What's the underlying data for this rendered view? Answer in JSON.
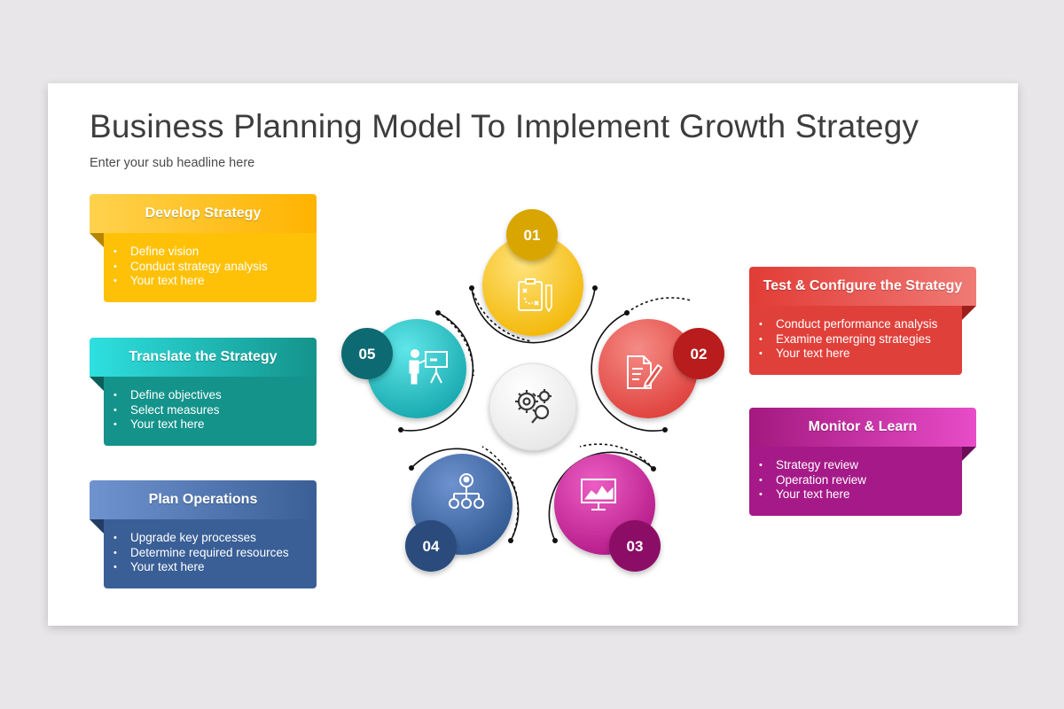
{
  "title": "Business Planning Model To Implement Growth Strategy",
  "subtitle": "Enter your sub headline here",
  "cards": [
    {
      "title": "Develop Strategy",
      "color": "#ffc107",
      "items": [
        "Define vision",
        "Conduct strategy analysis",
        "Your text here"
      ]
    },
    {
      "title": "Translate the Strategy",
      "color": "#14938b",
      "items": [
        "Define objectives",
        "Select measures",
        "Your text here"
      ]
    },
    {
      "title": "Plan Operations",
      "color": "#3a5f96",
      "items": [
        "Upgrade key processes",
        "Determine  required resources",
        "Your text here"
      ]
    },
    {
      "title": "Test & Configure the Strategy",
      "color": "#e0403a",
      "items": [
        "Conduct performance analysis",
        "Examine emerging strategies",
        "Your text here"
      ]
    },
    {
      "title": "Monitor & Learn",
      "color": "#a51a88",
      "items": [
        "Strategy review",
        "Operation review",
        "Your text here"
      ]
    }
  ],
  "steps": [
    {
      "number": "01",
      "icon": "strategy-board-icon",
      "color": "#f7c81e"
    },
    {
      "number": "02",
      "icon": "document-edit-icon",
      "color": "#e95a55"
    },
    {
      "number": "03",
      "icon": "analytics-monitor-icon",
      "color": "#cf2a9d"
    },
    {
      "number": "04",
      "icon": "organization-chart-icon",
      "color": "#3f67a3"
    },
    {
      "number": "05",
      "icon": "presentation-icon",
      "color": "#22bdc2"
    }
  ],
  "center_icon": "gears-search-icon"
}
